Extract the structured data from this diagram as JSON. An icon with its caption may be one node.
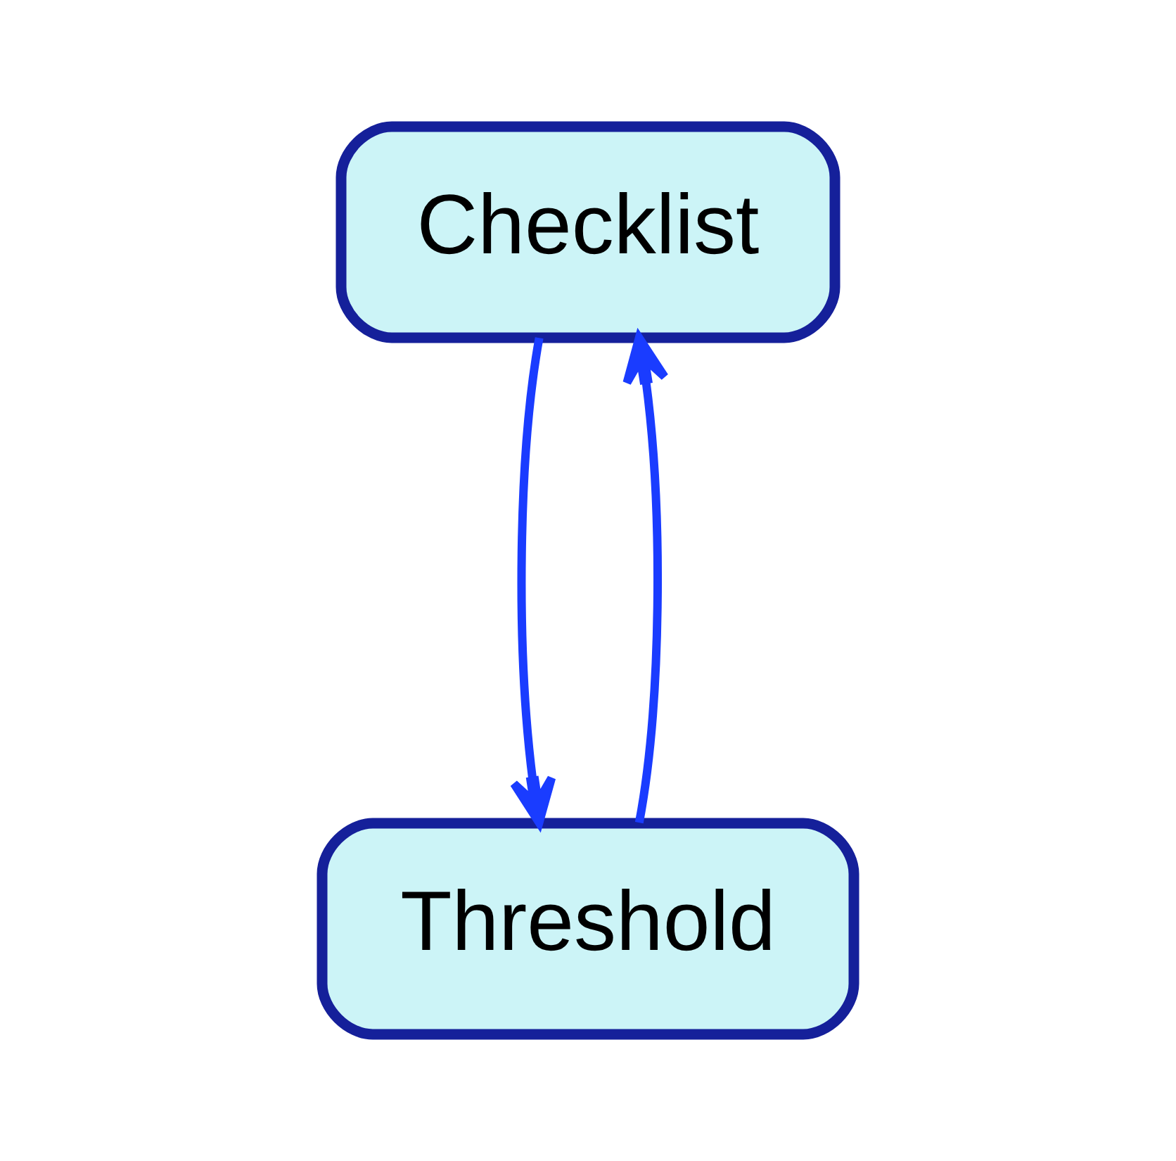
{
  "diagram": {
    "nodes": [
      {
        "text": [
          "Checklist"
        ]
      },
      {
        "text": [
          "Threshold"
        ]
      }
    ],
    "edges": [
      {
        "from": 1,
        "to": 0,
        "arrow": "to"
      },
      {
        "from": 0,
        "to": 1,
        "arrow": "to"
      }
    ]
  }
}
